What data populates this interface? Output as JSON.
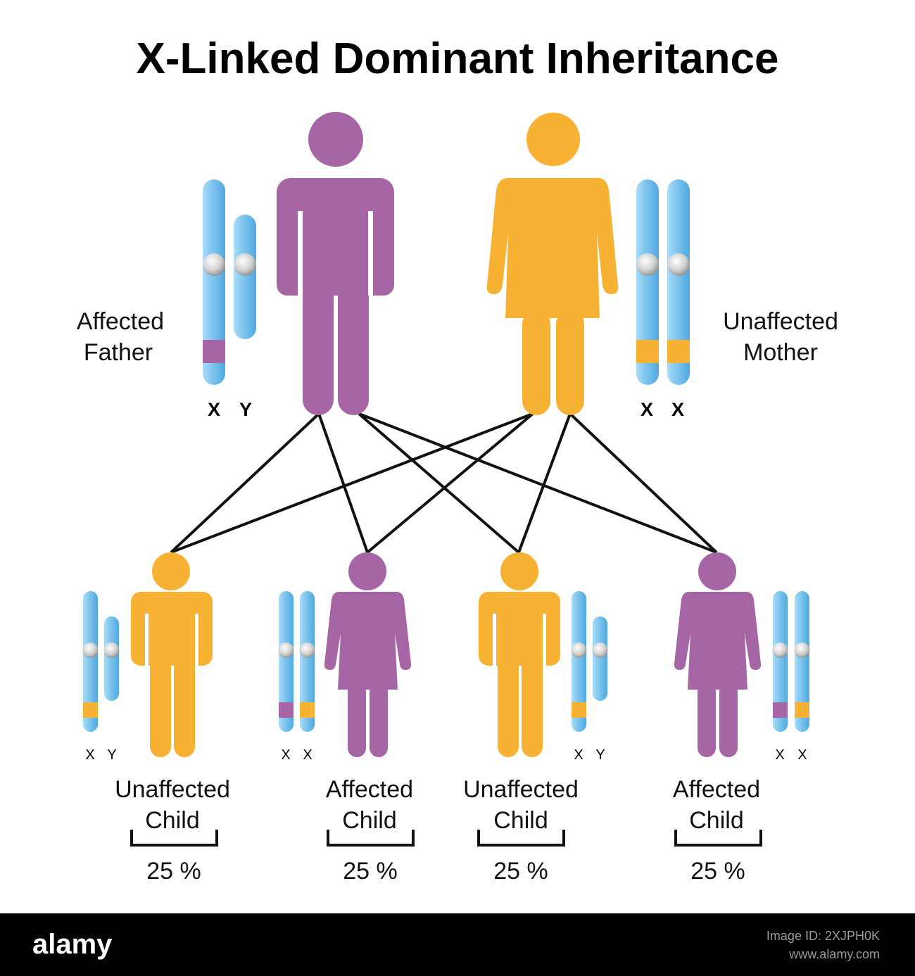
{
  "title": "X-Linked Dominant Inheritance",
  "colors": {
    "affected": "#A666A6",
    "unaffected": "#F7B233",
    "chromosome": "#7DC3EC",
    "line": "#111111"
  },
  "parents": {
    "father": {
      "label_line1": "Affected",
      "label_line2": "Father",
      "chromosomes": [
        "X",
        "Y"
      ]
    },
    "mother": {
      "label_line1": "Unaffected",
      "label_line2": "Mother",
      "chromosomes": [
        "X",
        "X"
      ]
    }
  },
  "children": [
    {
      "label_line1": "Unaffected",
      "label_line2": "Child",
      "percent": "25 %",
      "chromosomes": [
        "X",
        "Y"
      ]
    },
    {
      "label_line1": "Affected",
      "label_line2": "Child",
      "percent": "25 %",
      "chromosomes": [
        "X",
        "X"
      ]
    },
    {
      "label_line1": "Unaffected",
      "label_line2": "Child",
      "percent": "25 %",
      "chromosomes": [
        "X",
        "Y"
      ]
    },
    {
      "label_line1": "Affected",
      "label_line2": "Child",
      "percent": "25 %",
      "chromosomes": [
        "X",
        "X"
      ]
    }
  ],
  "footer": {
    "brand": "alamy",
    "image_id": "Image ID: 2XJPH0K",
    "url": "www.alamy.com"
  }
}
